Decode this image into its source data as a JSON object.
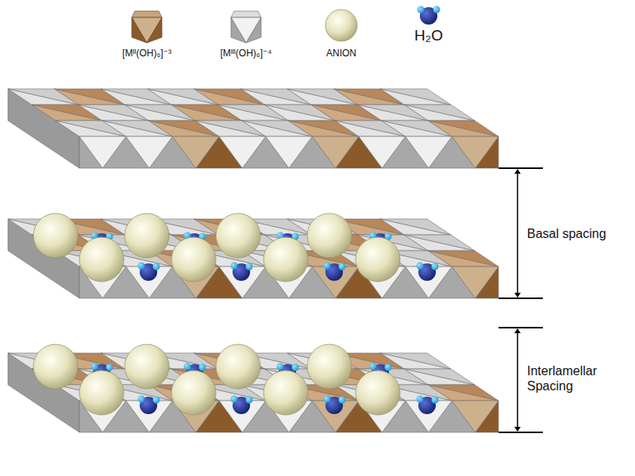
{
  "diagram": {
    "labels": [
      "Basal spacing",
      "Interlamellar Spacing"
    ],
    "legend": [
      {
        "text": "[Mᴵᴵ(OH)₆]⁻³"
      },
      {
        "text": "[Mᴵᴵᴵ(OH)₆]⁻⁴"
      },
      {
        "text": "ANION"
      },
      {
        "text": "H₂O"
      }
    ]
  }
}
